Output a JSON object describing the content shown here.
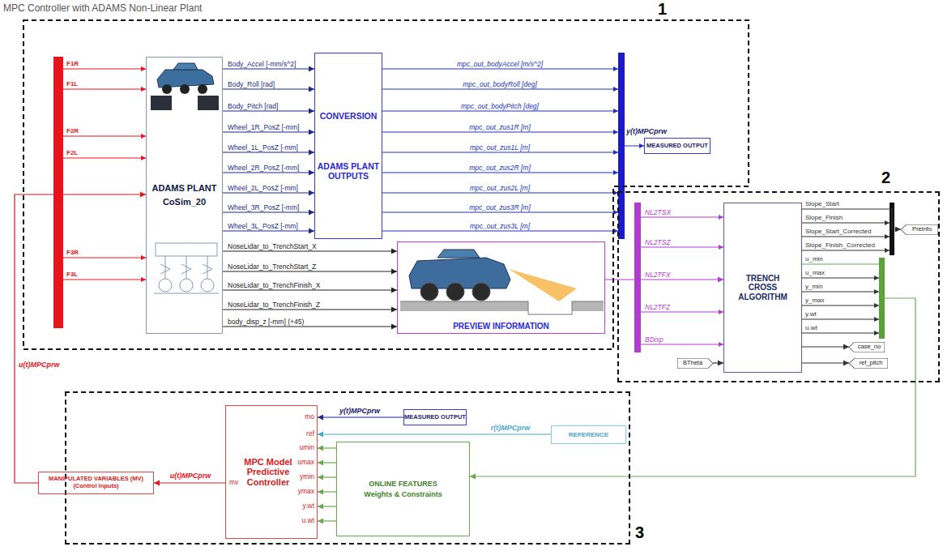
{
  "diagram": {
    "title": "MPC Controller with ADAMS Non-Linear Plant",
    "nodes": [
      {
        "text": [
          "1"
        ]
      },
      {
        "text": [
          "ADAMS PLANT",
          "CoSim_20"
        ],
        "in": 0
      },
      {
        "text": [
          "CONVERSION",
          "ADAMS PLANT OUTPUTS"
        ],
        "in": 0
      },
      {
        "text": [
          "MEASURED OUTPUT"
        ],
        "in": 0
      },
      {
        "text": [
          "PREVIEW INFORMATION"
        ],
        "in": 0
      },
      {
        "text": [
          "2"
        ]
      },
      {
        "text": [
          "TRENCH CROSS ALGORITHM"
        ],
        "in": 5
      },
      {
        "text": [
          "BTheta"
        ],
        "in": 5
      },
      {
        "text": [
          "PreInfo"
        ],
        "in": 5
      },
      {
        "text": [
          "case_no"
        ],
        "in": 5
      },
      {
        "text": [
          "ref_pitch"
        ],
        "in": 5
      },
      {
        "text": [
          "3"
        ]
      },
      {
        "text": [
          "MPC Model Predictive Controller"
        ],
        "in": 11
      },
      {
        "text": [
          "MEASURED OUTPUT"
        ],
        "in": 11
      },
      {
        "text": [
          "REFERENCE"
        ],
        "in": 11
      },
      {
        "text": [
          "ONLINE FEATURES",
          "Weights & Constraints"
        ],
        "in": 11
      },
      {
        "text": [
          "MANIPULATED VARIABLES (MV)",
          "(Control Inputs)"
        ]
      }
    ],
    "edges": [
      {
        "from": 1,
        "to": 2,
        "arrow": "to",
        "label": "Body_Accel [-mm/s^2]"
      },
      {
        "from": 1,
        "to": 2,
        "arrow": "to",
        "label": "Body_Roll [rad]"
      },
      {
        "from": 1,
        "to": 2,
        "arrow": "to",
        "label": "Body_Pitch [rad]"
      },
      {
        "from": 1,
        "to": 2,
        "arrow": "to",
        "label": "Wheel_1R_PosZ [-mm]"
      },
      {
        "from": 1,
        "to": 2,
        "arrow": "to",
        "label": "Wheel_1L_PosZ [-mm]"
      },
      {
        "from": 1,
        "to": 2,
        "arrow": "to",
        "label": "Wheel_2R_PosZ [-mm]"
      },
      {
        "from": 1,
        "to": 2,
        "arrow": "to",
        "label": "Wheel_2L_PosZ [-mm]"
      },
      {
        "from": 1,
        "to": 2,
        "arrow": "to",
        "label": "Wheel_3R_PosZ [-mm]"
      },
      {
        "from": 1,
        "to": 2,
        "arrow": "to",
        "label": "Wheel_3L_PosZ [-mm]"
      },
      {
        "from": 1,
        "to": 4,
        "arrow": "to",
        "label": "NoseLidar_to_TrenchStart_X"
      },
      {
        "from": 1,
        "to": 4,
        "arrow": "to",
        "label": "NoseLidar_to_TrenchStart_Z"
      },
      {
        "from": 1,
        "to": 4,
        "arrow": "to",
        "label": "NoseLidar_to_TrenchFinish_X"
      },
      {
        "from": 1,
        "to": 4,
        "arrow": "to",
        "label": "NoseLidar_to_TrenchFinish_Z"
      },
      {
        "from": 1,
        "to": 4,
        "arrow": "to",
        "label": "body_disp_z [-mm] (+45)"
      },
      {
        "from": 16,
        "to": 1,
        "arrow": "to",
        "label": "u(t)MPCprw"
      },
      {
        "from": 4,
        "to": 6,
        "arrow": "to"
      },
      {
        "from": 7,
        "to": 6,
        "arrow": "to"
      },
      {
        "from": 6,
        "to": 8,
        "arrow": "to"
      },
      {
        "from": 6,
        "to": 9,
        "arrow": "to"
      },
      {
        "from": 6,
        "to": 10,
        "arrow": "to"
      },
      {
        "from": 6,
        "to": 15,
        "arrow": "to"
      },
      {
        "from": 13,
        "to": 12,
        "arrow": "to",
        "label": "y(t)MPCprw"
      },
      {
        "from": 14,
        "to": 12,
        "arrow": "to",
        "label": "r(t)MPCprw"
      },
      {
        "from": 15,
        "to": 12,
        "arrow": "to"
      },
      {
        "from": 15,
        "to": 12,
        "arrow": "to"
      },
      {
        "from": 15,
        "to": 12,
        "arrow": "to"
      },
      {
        "from": 15,
        "to": 12,
        "arrow": "to"
      },
      {
        "from": 15,
        "to": 12,
        "arrow": "to"
      },
      {
        "from": 15,
        "to": 12,
        "arrow": "to"
      },
      {
        "from": 12,
        "to": 16,
        "arrow": "to",
        "label": "u(t)MPCprw"
      }
    ],
    "labels": [
      "F1R",
      "F1L",
      "F2R",
      "F2L",
      "F3R",
      "F3L",
      "mpc_out_bodyAccel [m/s^2]",
      "mpc_out_bodyRoll [deg]",
      "mpc_out_bodyPitch [deg]",
      "mpc_out_zus1R [m]",
      "mpc_out_zus1L [m]",
      "mpc_out_zus2R [m]",
      "mpc_out_zus2L [m]",
      "mpc_out_zus3R [m]",
      "mpc_out_zus3L [m]",
      "y(t)MPCprw",
      "NL2TSX",
      "NL2TSZ",
      "NL2TFX",
      "NL2TFZ",
      "BDisp",
      "Slope_Start",
      "Slope_Finish",
      "Slope_Start_Corrected",
      "Slope_Finish_Corrected",
      "u_min",
      "u_max",
      "y_min",
      "y_max",
      "y.wt",
      "u.wt",
      "mo",
      "ref",
      "umin",
      "umax",
      "ymin",
      "ymax",
      "y.wt",
      "u.wt",
      "mv"
    ]
  }
}
